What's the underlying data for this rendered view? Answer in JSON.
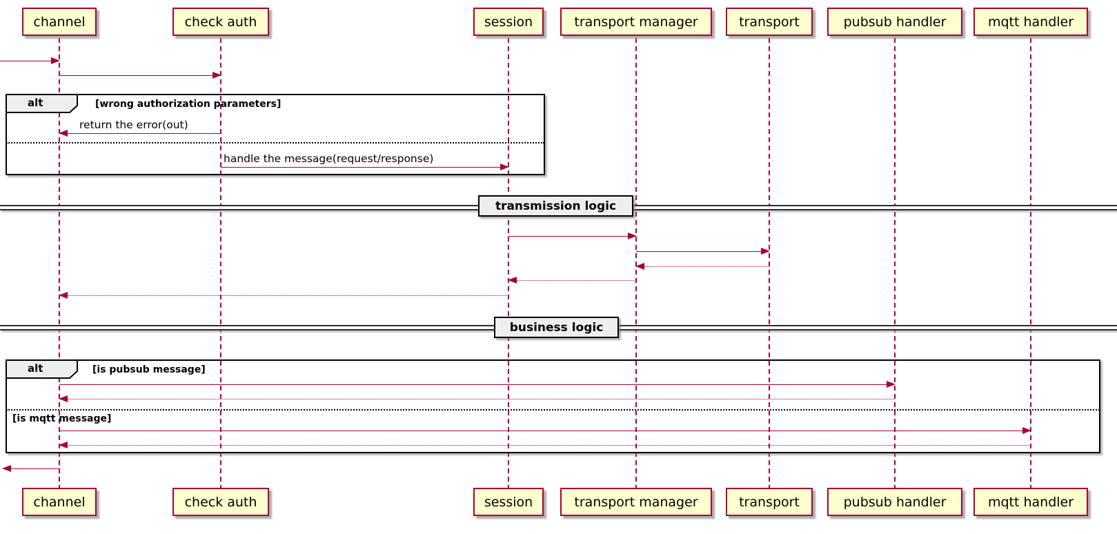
{
  "colors": {
    "participant_fill": "#FEFECE",
    "participant_border": "#A80036",
    "arrow_line": "#A80036",
    "frame_border": "#000000",
    "frame_tab_fill": "#EEEEEE",
    "divider_fill": "#EEEEEE"
  },
  "participants": [
    {
      "label": "channel"
    },
    {
      "label": "check auth"
    },
    {
      "label": "session"
    },
    {
      "label": "transport manager"
    },
    {
      "label": "transport"
    },
    {
      "label": "pubsub handler"
    },
    {
      "label": "mqtt handler"
    }
  ],
  "frames": [
    {
      "label": "alt",
      "guard": "[wrong authorization parameters]"
    },
    {
      "label": "alt",
      "guards": [
        "[is pubsub message]",
        "[is mqtt message]"
      ]
    }
  ],
  "dividers": [
    {
      "label": "transmission logic"
    },
    {
      "label": "business logic"
    }
  ],
  "messages": [
    {
      "from": "external",
      "to": "channel",
      "label": "",
      "style": "solid"
    },
    {
      "from": "channel",
      "to": "check auth",
      "label": "",
      "style": "solid"
    },
    {
      "from": "check auth",
      "to": "channel",
      "label": "return the error(out)",
      "style": "solid"
    },
    {
      "from": "check auth",
      "to": "session",
      "label": "handle the message(request/response)",
      "style": "solid"
    },
    {
      "from": "session",
      "to": "transport manager",
      "label": "",
      "style": "solid"
    },
    {
      "from": "transport manager",
      "to": "transport",
      "label": "",
      "style": "solid"
    },
    {
      "from": "transport",
      "to": "transport manager",
      "label": "",
      "style": "dotted"
    },
    {
      "from": "transport manager",
      "to": "session",
      "label": "",
      "style": "dotted"
    },
    {
      "from": "session",
      "to": "channel",
      "label": "",
      "style": "dotted"
    },
    {
      "from": "channel",
      "to": "pubsub handler",
      "label": "",
      "style": "solid"
    },
    {
      "from": "pubsub handler",
      "to": "channel",
      "label": "",
      "style": "dotted"
    },
    {
      "from": "channel",
      "to": "mqtt handler",
      "label": "",
      "style": "solid"
    },
    {
      "from": "mqtt handler",
      "to": "channel",
      "label": "",
      "style": "dotted"
    },
    {
      "from": "channel",
      "to": "external",
      "label": "",
      "style": "solid"
    }
  ]
}
